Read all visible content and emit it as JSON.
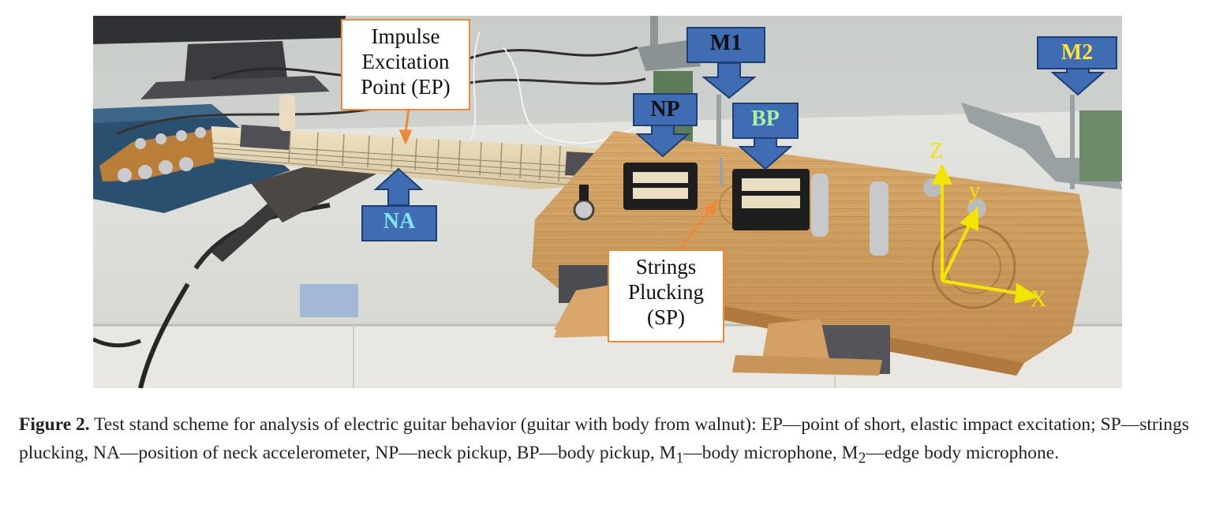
{
  "figure": {
    "labels": {
      "ep": "Impulse Excitation Point (EP)",
      "sp": "Strings Plucking (SP)",
      "np": "NP",
      "bp": "BP",
      "m1": "M1",
      "m2": "M2",
      "na": "NA"
    },
    "axes": {
      "x": "X",
      "y": "y",
      "z": "Z"
    },
    "colors": {
      "tag_fill": "#3f6cb2",
      "orange_border": "#ed8a3a",
      "axis_yellow": "#f2e600"
    }
  },
  "caption": {
    "label": "Figure 2.",
    "text": " Test stand scheme for analysis of electric guitar behavior (guitar with body from walnut): EP—point of short, elastic impact excitation; SP—strings plucking, NA—position of neck accelerometer, NP—neck pickup, BP—body pickup, M",
    "m1_sub": "1",
    "text_mid": "—body microphone, M",
    "m2_sub": "2",
    "text_end": "—edge body microphone."
  }
}
